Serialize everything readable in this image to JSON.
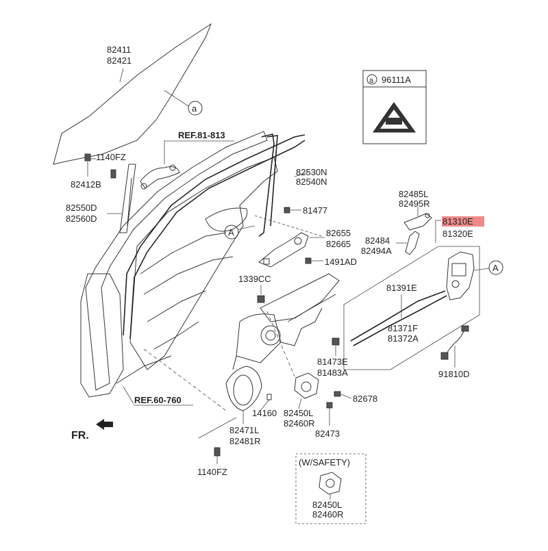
{
  "labels": {
    "glass": [
      "82411",
      "82421"
    ],
    "callout_a": "a",
    "callout_A": "A",
    "ref_81_813": "REF.81-813",
    "ref_60_760": "REF.60-760",
    "fr": "FR.",
    "bolt_1140fz_top": "1140FZ",
    "glass_clip": "82412B",
    "run_channel": [
      "82530N",
      "82540N"
    ],
    "channel_lower": [
      "82550D",
      "82560D"
    ],
    "bolt_81477": "81477",
    "inside_handle": [
      "82655",
      "82665"
    ],
    "bolt_1491ad": "1491AD",
    "nut_1339cc": "1339CC",
    "clip_82473": "82473",
    "bolt_82678": "82678",
    "regulator_assy": [
      "82471L",
      "82481R"
    ],
    "bolt_1140fz_bottom": "1140FZ",
    "grommet_14160": "14160",
    "motor": [
      "82450L",
      "82460R"
    ],
    "lock_link": [
      "81473E",
      "81483A"
    ],
    "outside_handle_bracket": [
      "82485L",
      "82495R"
    ],
    "bracket_82484": [
      "82484",
      "82494A"
    ],
    "latch_highlighted": "81310E",
    "latch_other": "81320E",
    "cables": [
      "81391E",
      "81371F",
      "81372A"
    ],
    "actuator_wire": "91810D",
    "safety_title": "(W/SAFETY)",
    "safety_motor": [
      "82450L",
      "82460R"
    ],
    "warning_label": "96111A"
  },
  "colors": {
    "highlight": "#f08a8a",
    "line": "#333333"
  }
}
